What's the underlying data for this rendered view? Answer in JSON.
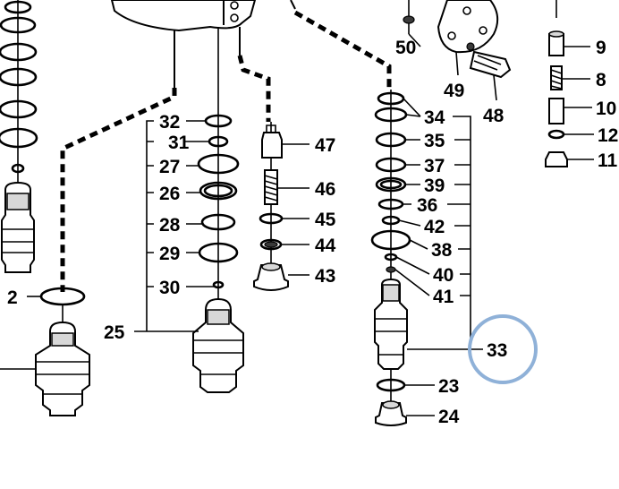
{
  "diagram": {
    "labels": {
      "l2": "2",
      "l9": "9",
      "l8": "8",
      "l10": "10",
      "l12": "12",
      "l11": "11",
      "l23": "23",
      "l24": "24",
      "l25": "25",
      "l26": "26",
      "l27": "27",
      "l28": "28",
      "l29": "29",
      "l30": "30",
      "l31": "31",
      "l32": "32",
      "l33": "33",
      "l34": "34",
      "l35": "35",
      "l36": "36",
      "l37": "37",
      "l38": "38",
      "l39": "39",
      "l40": "40",
      "l41": "41",
      "l42": "42",
      "l43": "43",
      "l44": "44",
      "l45": "45",
      "l46": "46",
      "l47": "47",
      "l48": "48",
      "l49": "49",
      "l50": "50"
    },
    "highlight": {
      "part": "33",
      "color": "#8fb1d8"
    }
  }
}
